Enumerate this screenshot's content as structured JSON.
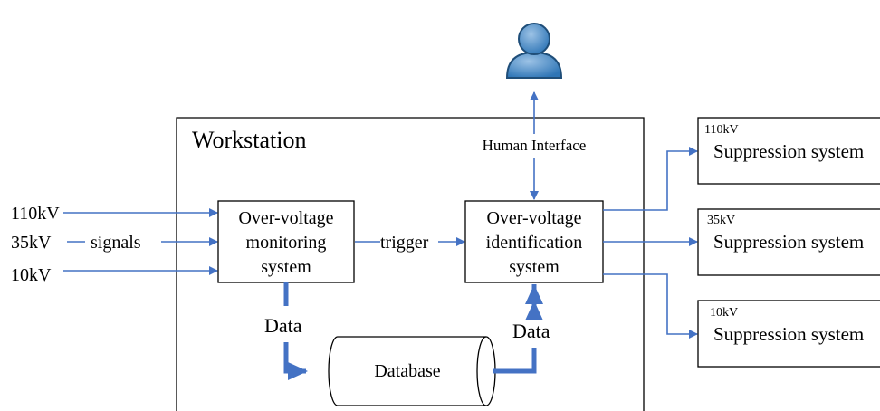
{
  "workstation": {
    "title": "Workstation"
  },
  "inputs": {
    "v110": "110kV",
    "v35": "35kV",
    "v10": "10kV",
    "signals": "signals"
  },
  "monitoring": {
    "line1": "Over-voltage",
    "line2": "monitoring",
    "line3": "system"
  },
  "identification": {
    "line1": "Over-voltage",
    "line2": "identification",
    "line3": "system"
  },
  "labels": {
    "trigger": "trigger",
    "human_interface": "Human Interface",
    "data_left": "Data",
    "data_right": "Data"
  },
  "database": {
    "label": "Database"
  },
  "suppression": [
    {
      "voltage": "110kV",
      "label": "Suppression system"
    },
    {
      "voltage": "35kV",
      "label": "Suppression system"
    },
    {
      "voltage": "10kV",
      "label": "Suppression system"
    }
  ],
  "colors": {
    "arrow": "#4472C4",
    "user_icon": "#5B9BD5"
  },
  "icons": {
    "user": "user-icon"
  }
}
